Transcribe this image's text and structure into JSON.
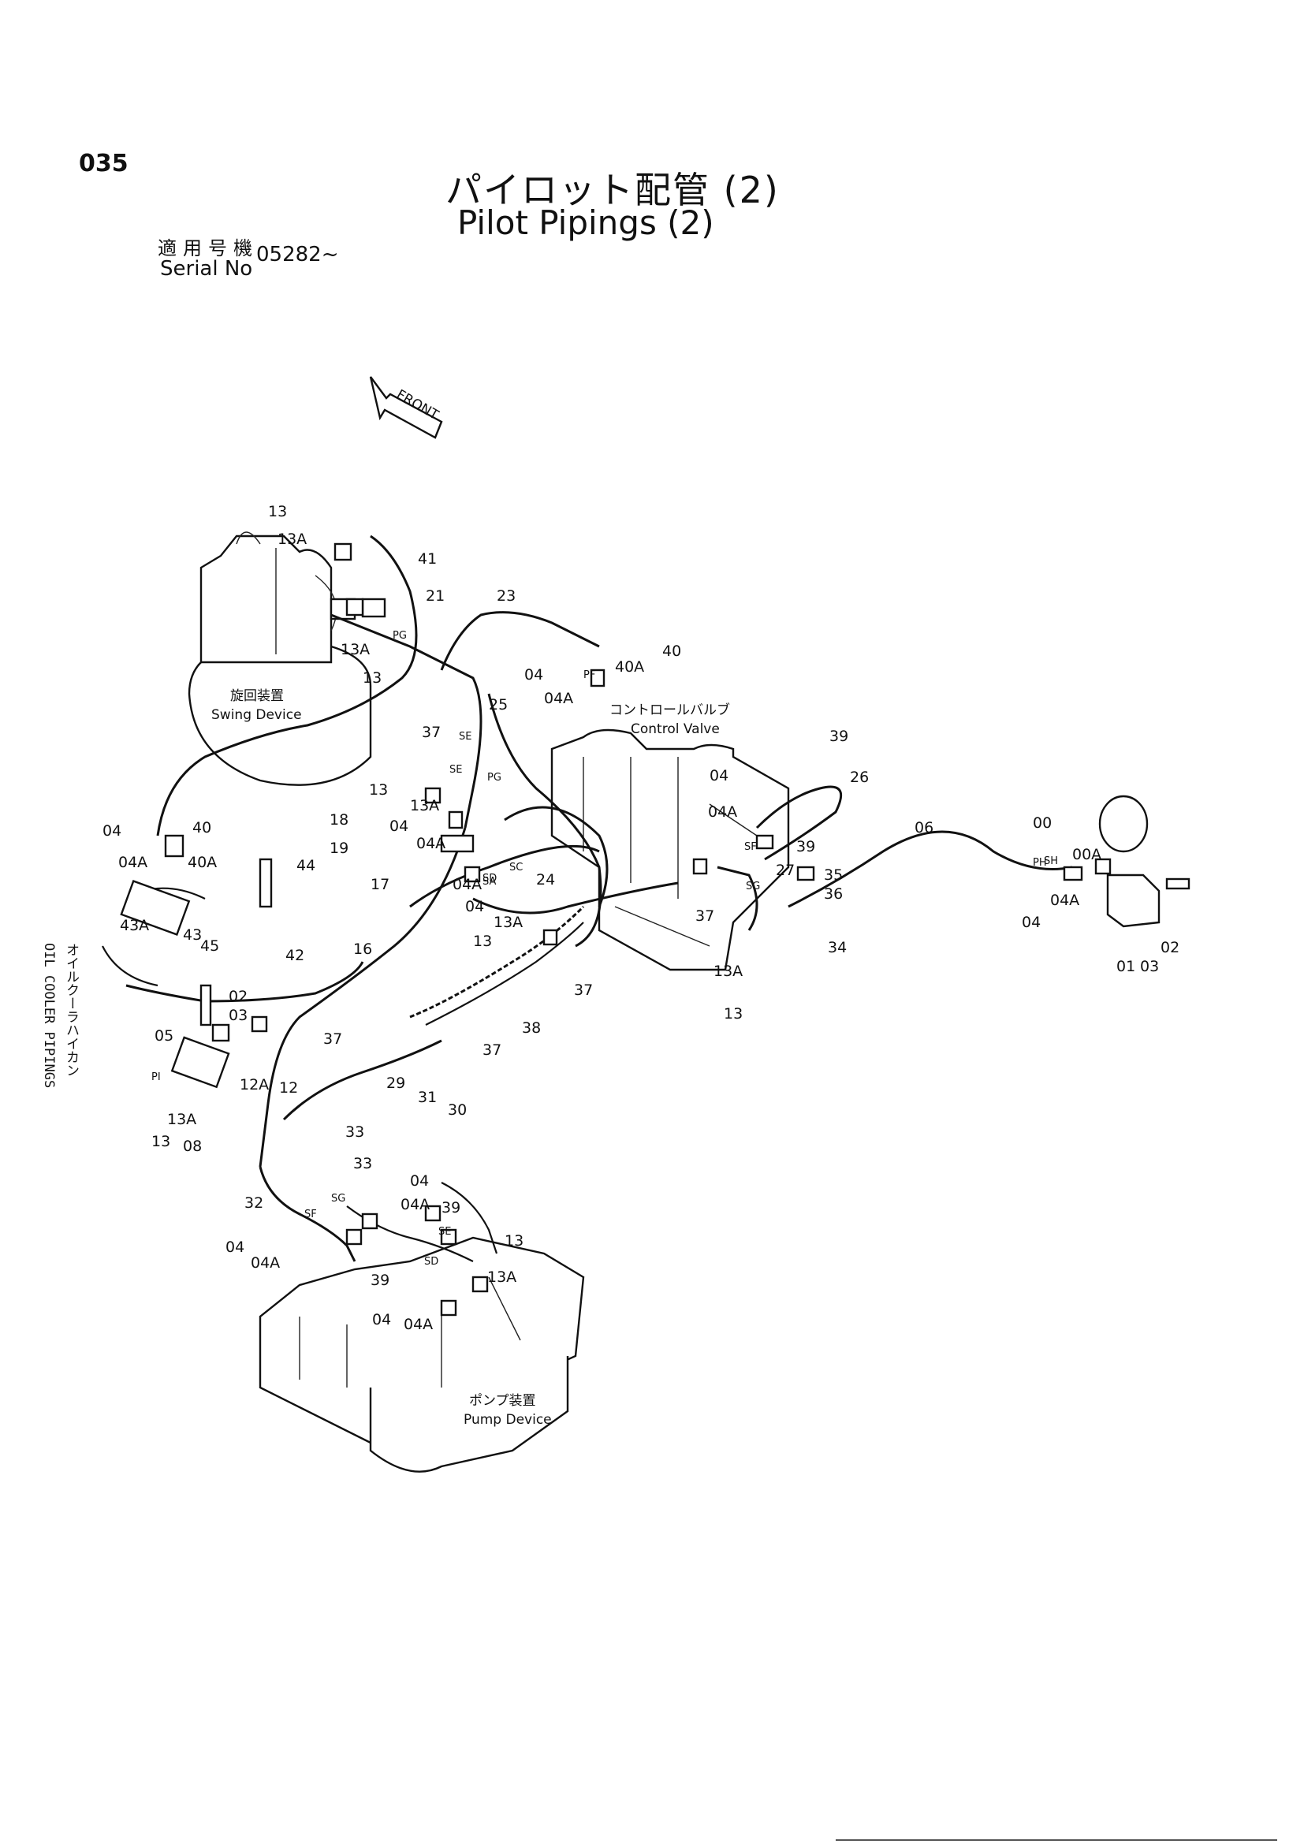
{
  "page_number": "035",
  "title_ja": "パイロット配管 (2)",
  "title_en": "Pilot Pipings (2)",
  "serial_label_ja": "適用号機",
  "serial_label_en": "Serial No",
  "serial_value": "05282~",
  "front_label": "FRONT",
  "components": {
    "swing_device_ja": "旋回装置",
    "swing_device_en": "Swing Device",
    "control_valve_ja": "コントロールバルブ",
    "control_valve_en": "Control Valve",
    "pump_device_ja": "ポンプ装置",
    "pump_device_en": "Pump Device",
    "oil_cooler_en": "OIL COOLER PIPINGS",
    "oil_cooler_ja": "オイルクーラハイカン"
  },
  "port_labels": [
    "PG",
    "PF",
    "SE",
    "PG",
    "SF",
    "SG",
    "SD",
    "SE",
    "SF",
    "SG",
    "SH",
    "PH",
    "PI",
    "SD",
    "SA",
    "SE",
    "SC"
  ],
  "callouts": [
    "13",
    "13A",
    "41",
    "21",
    "13A",
    "13",
    "23",
    "40",
    "40A",
    "04",
    "04A",
    "25",
    "37",
    "13",
    "13A",
    "18",
    "04",
    "19",
    "04A",
    "17",
    "04A",
    "04",
    "13A",
    "13",
    "24",
    "39",
    "26",
    "04",
    "04A",
    "39",
    "27",
    "37",
    "35",
    "36",
    "06",
    "00",
    "00A",
    "04",
    "04A",
    "02",
    "03",
    "01",
    "34",
    "13A",
    "13",
    "04",
    "04A",
    "40",
    "40A",
    "44",
    "45",
    "43A",
    "43",
    "42",
    "16",
    "02",
    "03",
    "05",
    "12A",
    "12",
    "13A",
    "13",
    "08",
    "37",
    "37",
    "38",
    "37",
    "29",
    "31",
    "30",
    "33",
    "33",
    "32",
    "04",
    "04A",
    "39",
    "04",
    "04A",
    "13",
    "13A",
    "39",
    "04",
    "04A"
  ]
}
